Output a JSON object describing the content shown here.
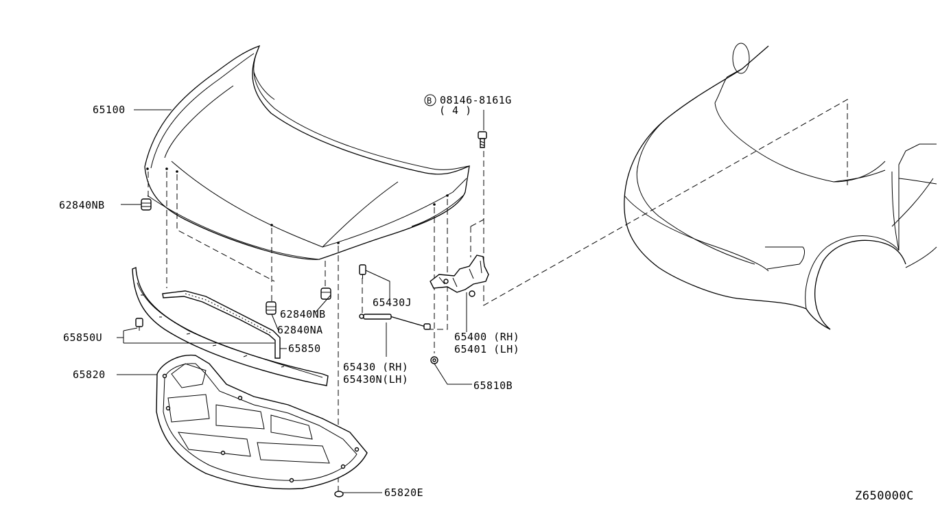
{
  "diagram": {
    "code": "Z650000C",
    "labels": {
      "hood": "65100",
      "bumper_nb_left": "62840NB",
      "bumper_nb_right": "62840NB",
      "bumper_na": "62840NA",
      "bolt_symbol": "B",
      "bolt": "08146-8161G",
      "bolt_qty": "( 4 )",
      "stay_clip": "65430J",
      "stay_rh": "65430 (RH)",
      "stay_lh": "65430N(LH)",
      "hinge_rh": "65400 (RH)",
      "hinge_lh": "65401 (LH)",
      "grommet": "65810B",
      "seal_clip": "65850U",
      "seal": "65850",
      "insulator": "65820",
      "insulator_clip": "65820E"
    }
  }
}
